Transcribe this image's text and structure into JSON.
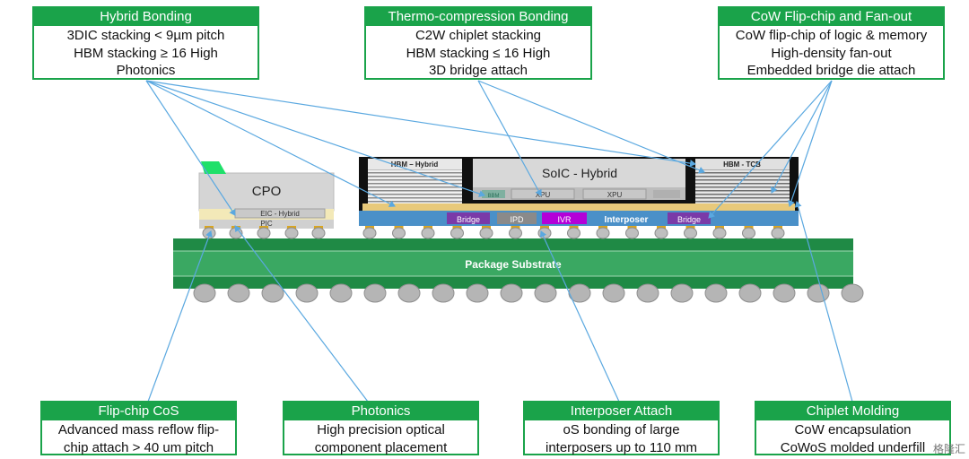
{
  "callouts_top": {
    "hybrid": {
      "title": "Hybrid Bonding",
      "lines": [
        "3DIC stacking < 9µm pitch",
        "HBM stacking ≥ 16 High",
        "Photonics"
      ]
    },
    "tcb": {
      "title": "Thermo-compression Bonding",
      "lines": [
        "C2W chiplet stacking",
        "HBM stacking ≤ 16 High",
        "3D bridge attach"
      ]
    },
    "cow": {
      "title": "CoW Flip-chip and Fan-out",
      "lines": [
        "CoW flip-chip of logic & memory",
        "High-density fan-out",
        "Embedded bridge die attach"
      ]
    }
  },
  "callouts_bottom": {
    "flipchip": {
      "title": "Flip-chip CoS",
      "lines": [
        "Advanced mass reflow flip-",
        "chip attach > 40 um pitch"
      ]
    },
    "photonics": {
      "title": "Photonics",
      "lines": [
        "High precision optical",
        "component placement"
      ]
    },
    "interposer_attach": {
      "title": "Interposer Attach",
      "lines": [
        "oS bonding of large",
        "interposers up to 110 mm"
      ]
    },
    "molding": {
      "title": "Chiplet Molding",
      "lines": [
        "CoW encapsulation",
        "CoWoS molded underfill"
      ]
    }
  },
  "labels": {
    "cpo": "CPO",
    "eic": "EIC - Hybrid",
    "pic": "PIC",
    "hbm_hybrid": "HBM – Hybrid",
    "soic": "SoIC - Hybrid",
    "xpu1": "XPU",
    "xpu2": "XPU",
    "hbm_tcb": "HBM - TCB",
    "bridge1": "Bridge",
    "ipd": "IPD",
    "ivr": "IVR",
    "interposer": "Interposer",
    "bridge2": "Bridge",
    "substrate": "Package Substrate",
    "die_small": "BBM"
  },
  "watermark": "格隆汇",
  "colors": {
    "green": "#1aa34a",
    "substrate": "#2e9a55",
    "interposer": "#4a90c8",
    "bridge": "#7a3aa8",
    "ivr": "#b400d8",
    "arrow": "#5aa8e0"
  }
}
